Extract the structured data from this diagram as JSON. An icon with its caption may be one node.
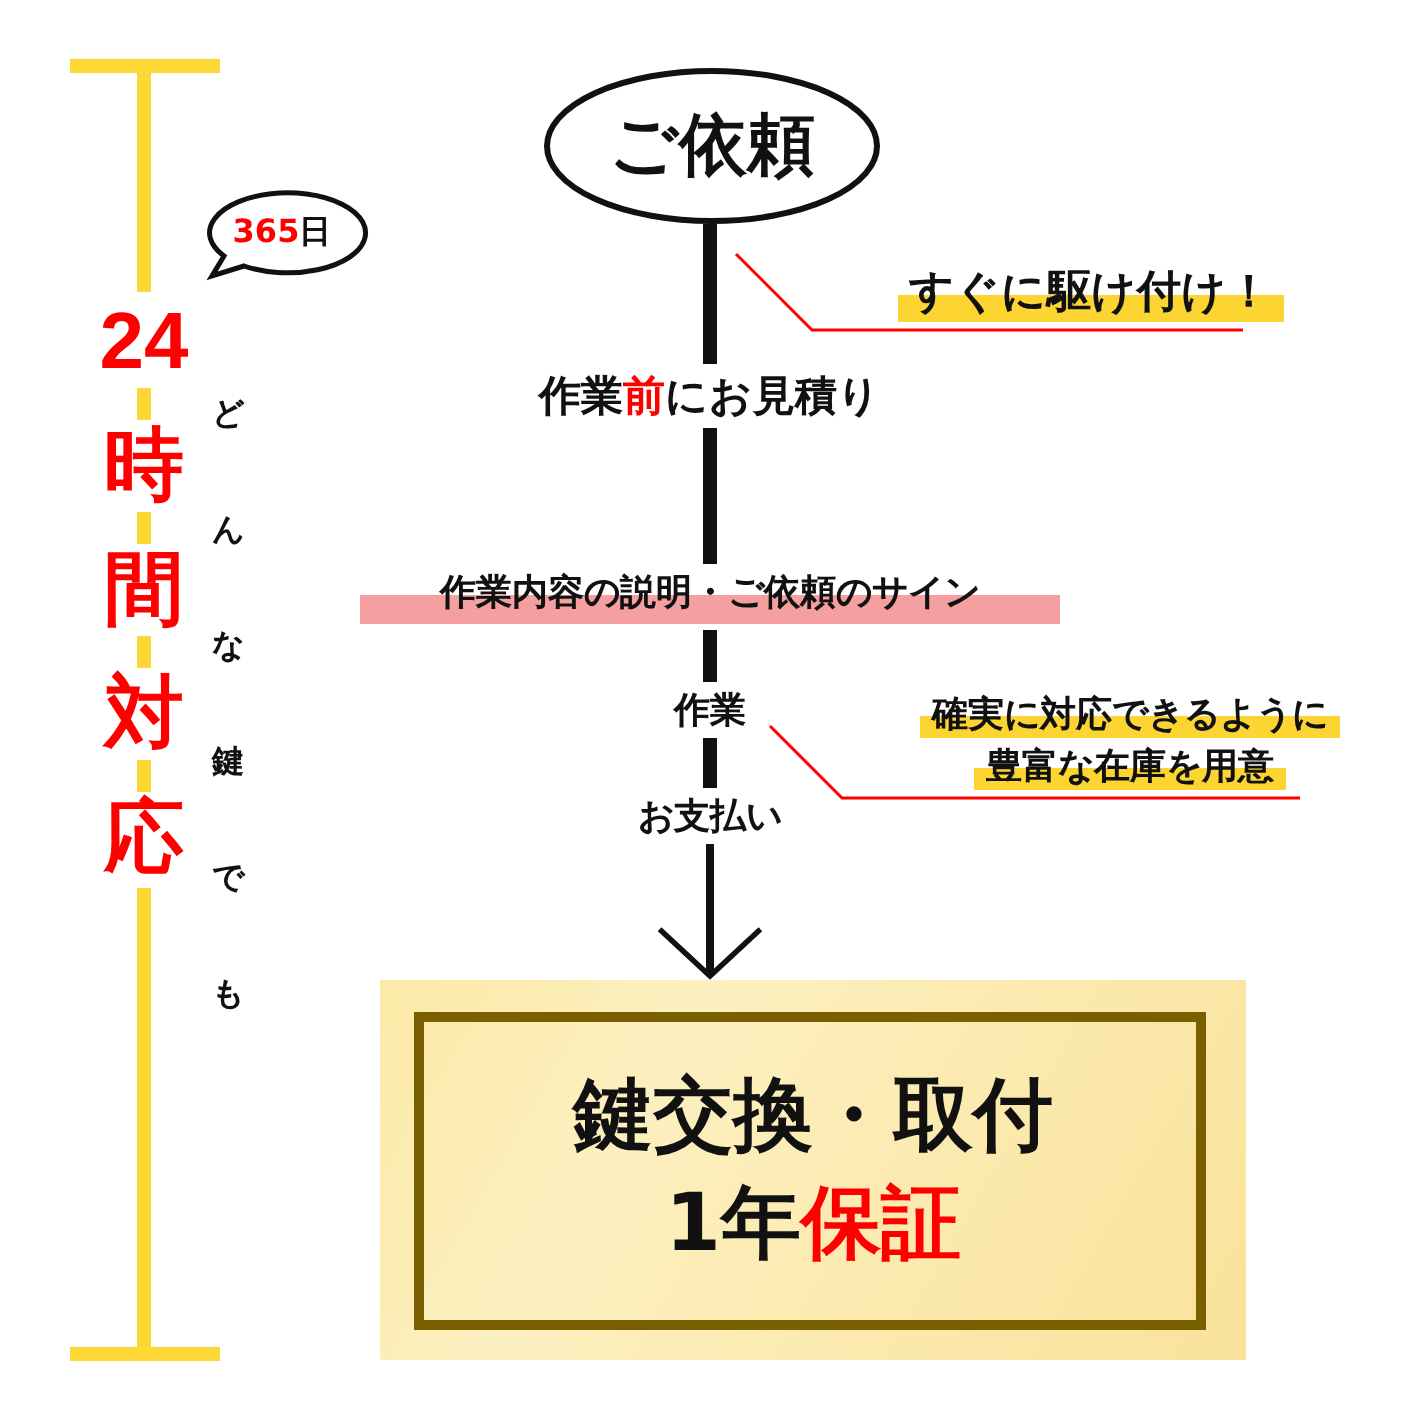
{
  "diagram": {
    "nodes": [
      {
        "text": [
          "ご依頼"
        ]
      },
      {
        "text": [
          "作業**前**にお見積り"
        ]
      },
      {
        "text": [
          "作業内容の説明・ご依頼のサイン"
        ]
      },
      {
        "text": [
          "作業"
        ]
      },
      {
        "text": [
          "お支払い"
        ]
      },
      {
        "text": [
          "鍵交換・取付",
          "1年**保証**"
        ]
      },
      {
        "text": [
          "すぐに駆け付け！"
        ]
      },
      {
        "text": [
          "確実に対応できるように",
          "豊富な在庫を用意"
        ]
      },
      {
        "text": [
          "**365**日"
        ]
      }
    ],
    "edges": [
      {
        "from": 0,
        "to": 1,
        "arrow": "none"
      },
      {
        "from": 1,
        "to": 2,
        "arrow": "none"
      },
      {
        "from": 2,
        "to": 3,
        "arrow": "none"
      },
      {
        "from": 3,
        "to": 4,
        "arrow": "none"
      },
      {
        "from": 4,
        "to": 5,
        "arrow": "to"
      },
      {
        "from": 6,
        "to": null,
        "arrow": "none",
        "color": "#ff0000"
      },
      {
        "from": 7,
        "to": 3,
        "arrow": "none",
        "color": "#ff0000"
      }
    ],
    "labels": [
      "24時間対応",
      "どんな鍵でも"
    ]
  }
}
